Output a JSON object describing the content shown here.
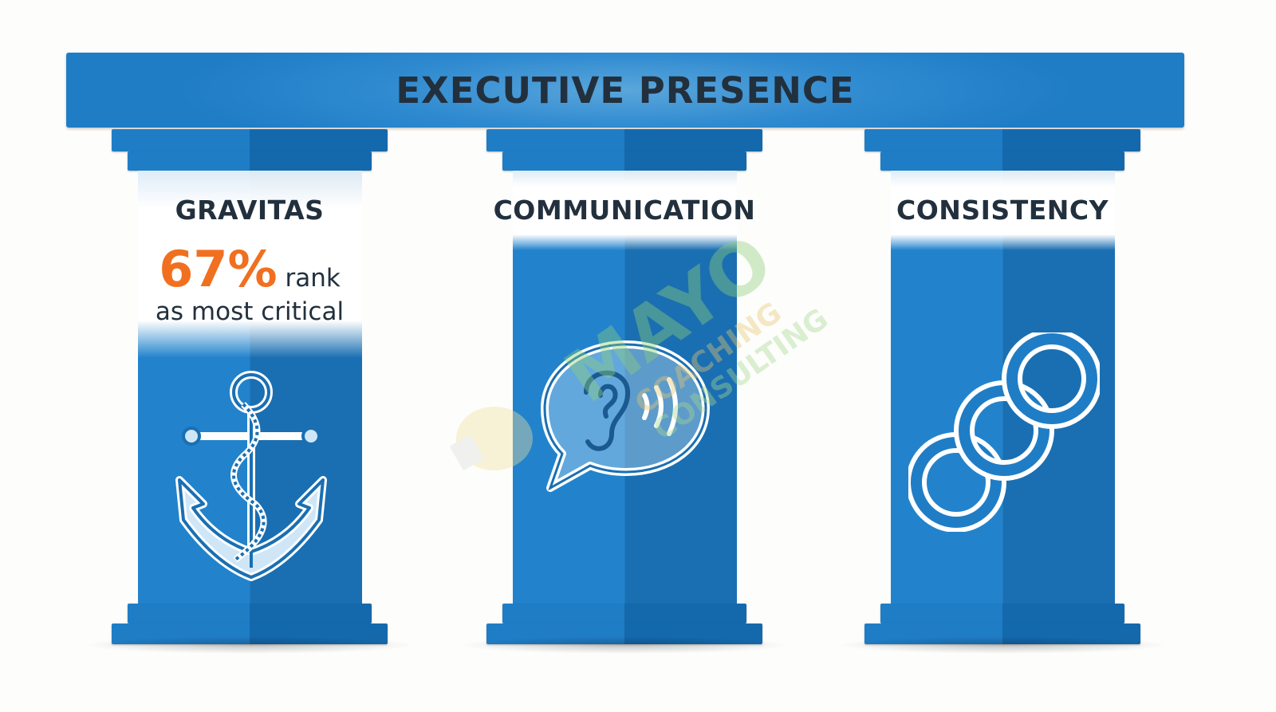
{
  "header": {
    "title": "EXECUTIVE PRESENCE"
  },
  "pillars": [
    {
      "label": "GRAVITAS",
      "stat_value": "67%",
      "stat_text_1": "rank",
      "stat_text_2": "as most critical",
      "icon": "anchor-icon"
    },
    {
      "label": "COMMUNICATION",
      "icon": "ear-speech-bubble-icon"
    },
    {
      "label": "CONSISTENCY",
      "icon": "chain-links-icon"
    }
  ],
  "watermark": {
    "line1": "MAYO",
    "line2": "COACHING",
    "line3": "CONSULTING"
  },
  "colors": {
    "primary_blue": "#1f7dc6",
    "dark_blue": "#1469ad",
    "accent_orange": "#f07020",
    "text_dark": "#22303e"
  }
}
